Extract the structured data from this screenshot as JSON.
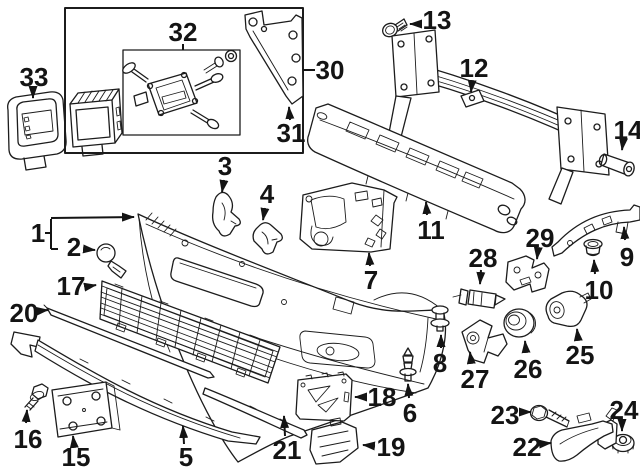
{
  "diagram": {
    "type": "exploded-parts-diagram",
    "subject": "front-bumper-assembly",
    "colors": {
      "ink": "#1c1c1c",
      "background": "#ffffff"
    },
    "callouts": [
      {
        "num": "1"
      },
      {
        "num": "2"
      },
      {
        "num": "3"
      },
      {
        "num": "4"
      },
      {
        "num": "5"
      },
      {
        "num": "6"
      },
      {
        "num": "7"
      },
      {
        "num": "8"
      },
      {
        "num": "9"
      },
      {
        "num": "10"
      },
      {
        "num": "11"
      },
      {
        "num": "12"
      },
      {
        "num": "13"
      },
      {
        "num": "14"
      },
      {
        "num": "15"
      },
      {
        "num": "16"
      },
      {
        "num": "17"
      },
      {
        "num": "18"
      },
      {
        "num": "19"
      },
      {
        "num": "20"
      },
      {
        "num": "21"
      },
      {
        "num": "22"
      },
      {
        "num": "23"
      },
      {
        "num": "24"
      },
      {
        "num": "25"
      },
      {
        "num": "26"
      },
      {
        "num": "27"
      },
      {
        "num": "28"
      },
      {
        "num": "29"
      },
      {
        "num": "30"
      },
      {
        "num": "31"
      },
      {
        "num": "32"
      },
      {
        "num": "33"
      }
    ]
  }
}
